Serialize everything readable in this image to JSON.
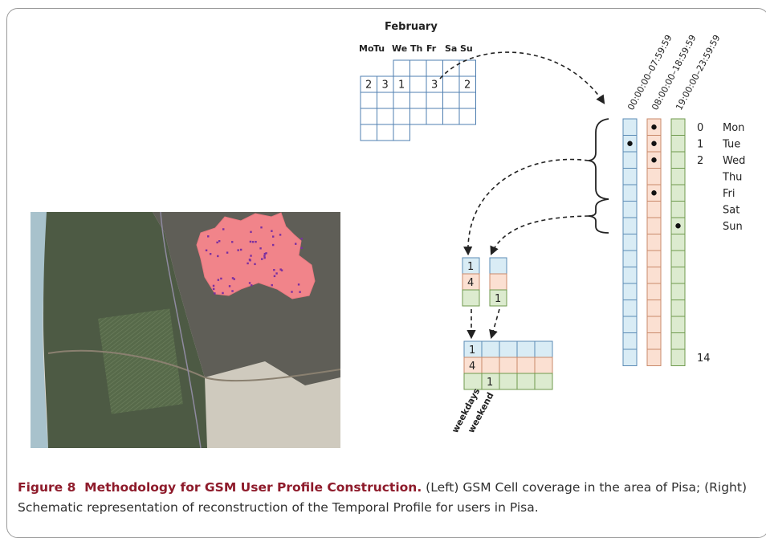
{
  "calendar": {
    "month": "February",
    "weekdays": [
      "Mo",
      "Tu",
      "We",
      "Th",
      "Fr",
      "Sa",
      "Su"
    ],
    "first_week_counts": [
      "2",
      "3",
      "1",
      "",
      "3",
      "",
      "2"
    ]
  },
  "time_slots": [
    "00:00:00–07:59:59",
    "08:00:00–18:59:59",
    "19:00:00–23:59:59"
  ],
  "day_indices": [
    "0",
    "1",
    "2"
  ],
  "day_names": [
    "Mon",
    "Tue",
    "Wed",
    "Thu",
    "Fri",
    "Sat",
    "Sun"
  ],
  "last_index": "14",
  "weekday_vector": [
    "1",
    "4",
    ""
  ],
  "weekend_vector": [
    "",
    "",
    "1"
  ],
  "profile_matrix": {
    "weekdays": [
      "1",
      "4",
      ""
    ],
    "weekend": [
      "",
      "",
      "1"
    ],
    "column_labels": [
      "weekdays",
      "weekend"
    ]
  },
  "caption": {
    "label": "Figure 8",
    "title": "Methodology for GSM User Profile Construction.",
    "text": " (Left) GSM Cell coverage in the area of Pisa; (Right) Schematic representation of reconstruction of the Temporal Profile for users in Pisa."
  },
  "colors": {
    "slot_night": "#d9ecf5",
    "slot_day": "#fbe0d2",
    "slot_evening": "#dcebcf",
    "coverage": "#f08080",
    "map_shadow": "#5e5d58"
  }
}
